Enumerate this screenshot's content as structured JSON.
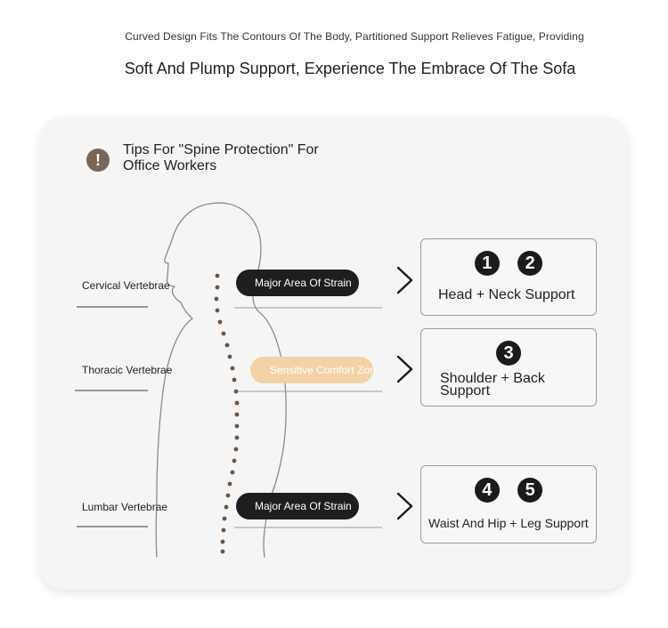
{
  "header": {
    "subtitle": "Curved Design Fits The Contours Of The Body, Partitioned Support Relieves Fatigue, Providing",
    "title": "Soft And Plump Support, Experience The Embrace Of The Sofa"
  },
  "tip": {
    "icon": "exclamation-icon",
    "icon_glyph": "!",
    "title": "Tips For \"Spine Protection\" For Office Workers"
  },
  "vertebrae": {
    "cervical": "Cervical Vertebrae",
    "thoracic": "Thoracic Vertebrae",
    "lumbar": "Lumbar Vertebrae"
  },
  "zones": {
    "cervical": "Major Area Of Strain",
    "thoracic": "Sensitive Comfort Zone",
    "lumbar": "Major Area Of Strain"
  },
  "supports": {
    "head_neck": {
      "badges": [
        "1",
        "2"
      ],
      "label": "Head + Neck Support"
    },
    "shoulder_back": {
      "badges": [
        "3"
      ],
      "label": "Shoulder + Back Support"
    },
    "waist_hip_leg": {
      "badges": [
        "4",
        "5"
      ],
      "label": "Waist And Hip + Leg Support"
    }
  },
  "colors": {
    "card_bg": "#f5f5f5",
    "dark_pill": "#1e1e1e",
    "light_pill": "#f2d2a6",
    "spine_dots": "#6b5442",
    "tip_icon": "#7a6656"
  }
}
